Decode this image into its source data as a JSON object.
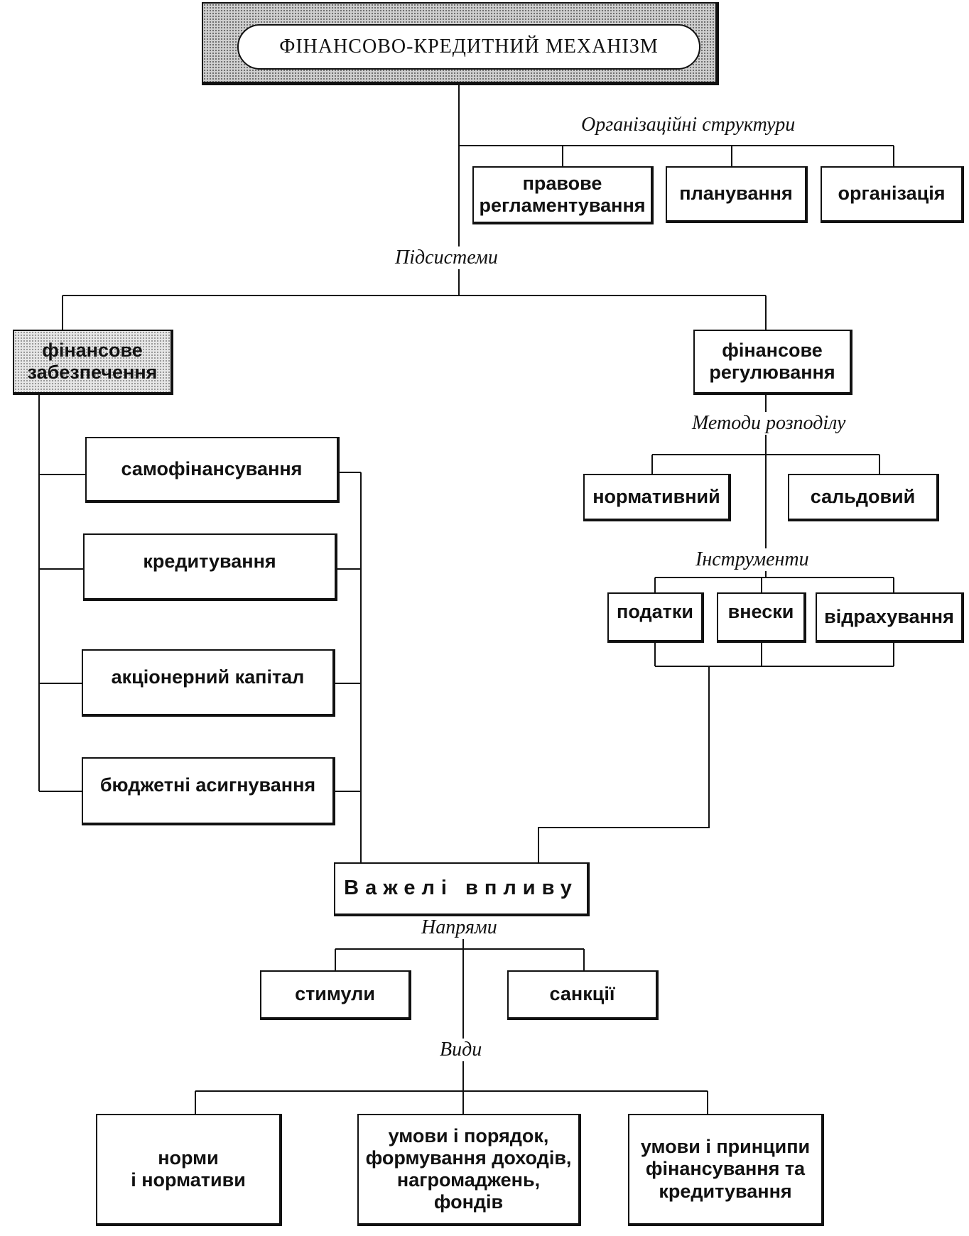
{
  "title": "ФІНАНСОВО-КРЕДИТНИЙ МЕХАНІЗМ",
  "labels": {
    "org_structures": "Організаційні структури",
    "subsystems": "Підсистеми",
    "distribution_methods": "Методи розподілу",
    "instruments": "Інструменти",
    "directions": "Напрями",
    "types": "Види"
  },
  "org_structures": {
    "legal": "правове\nрегламентування",
    "planning": "планування",
    "organization": "організація"
  },
  "subsystems": {
    "support": "фінансове\nзабезпечення",
    "regulation": "фінансове\nрегулювання"
  },
  "support_items": [
    "самофінансування",
    "кредитування",
    "акціонерний   капітал",
    "бюджетні асигнування"
  ],
  "methods": [
    "нормативний",
    "сальдовий"
  ],
  "instruments": [
    "податки",
    "внески",
    "відрахування"
  ],
  "levers": "Важелі впливу",
  "directions": [
    "стимули",
    "санкції"
  ],
  "types": [
    "норми\nі нормативи",
    "умови і порядок,\nформування доходів,\nнагромаджень,\nфондів",
    "умови і принципи\nфінансування та\nкредитування"
  ]
}
